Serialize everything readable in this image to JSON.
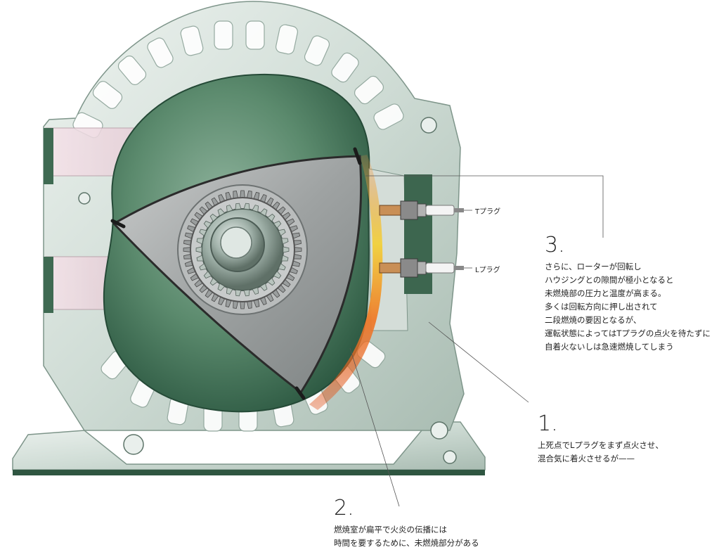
{
  "plugs": {
    "t_label": "Tプラグ",
    "l_label": "Lプラグ"
  },
  "notes": [
    {
      "number": "1.",
      "lines": [
        "上死点でLプラグをまず点火させ、",
        "混合気に着火させるが——"
      ]
    },
    {
      "number": "2.",
      "lines": [
        "燃焼室が扁平で火炎の伝播には",
        "時間を要するために、未燃焼部分がある"
      ]
    },
    {
      "number": "3.",
      "lines": [
        "さらに、ローターが回転し",
        "ハウジングとの隙間が極小となると",
        "未燃焼部の圧力と温度が高まる。",
        "多くは回転方向に押し出されて",
        "二段燃焼の要因となるが、",
        "運転状態によってはTプラグの点火を待たずに",
        "自着火ないしは急速燃焼してしまう"
      ]
    }
  ],
  "colors": {
    "housing_green": "#4f7a60",
    "housing_glass": "#c9d6cf",
    "rotor_gray": "#a7aaab",
    "flame_orange": "#e8641e",
    "flame_yellow": "#f3d23a"
  }
}
